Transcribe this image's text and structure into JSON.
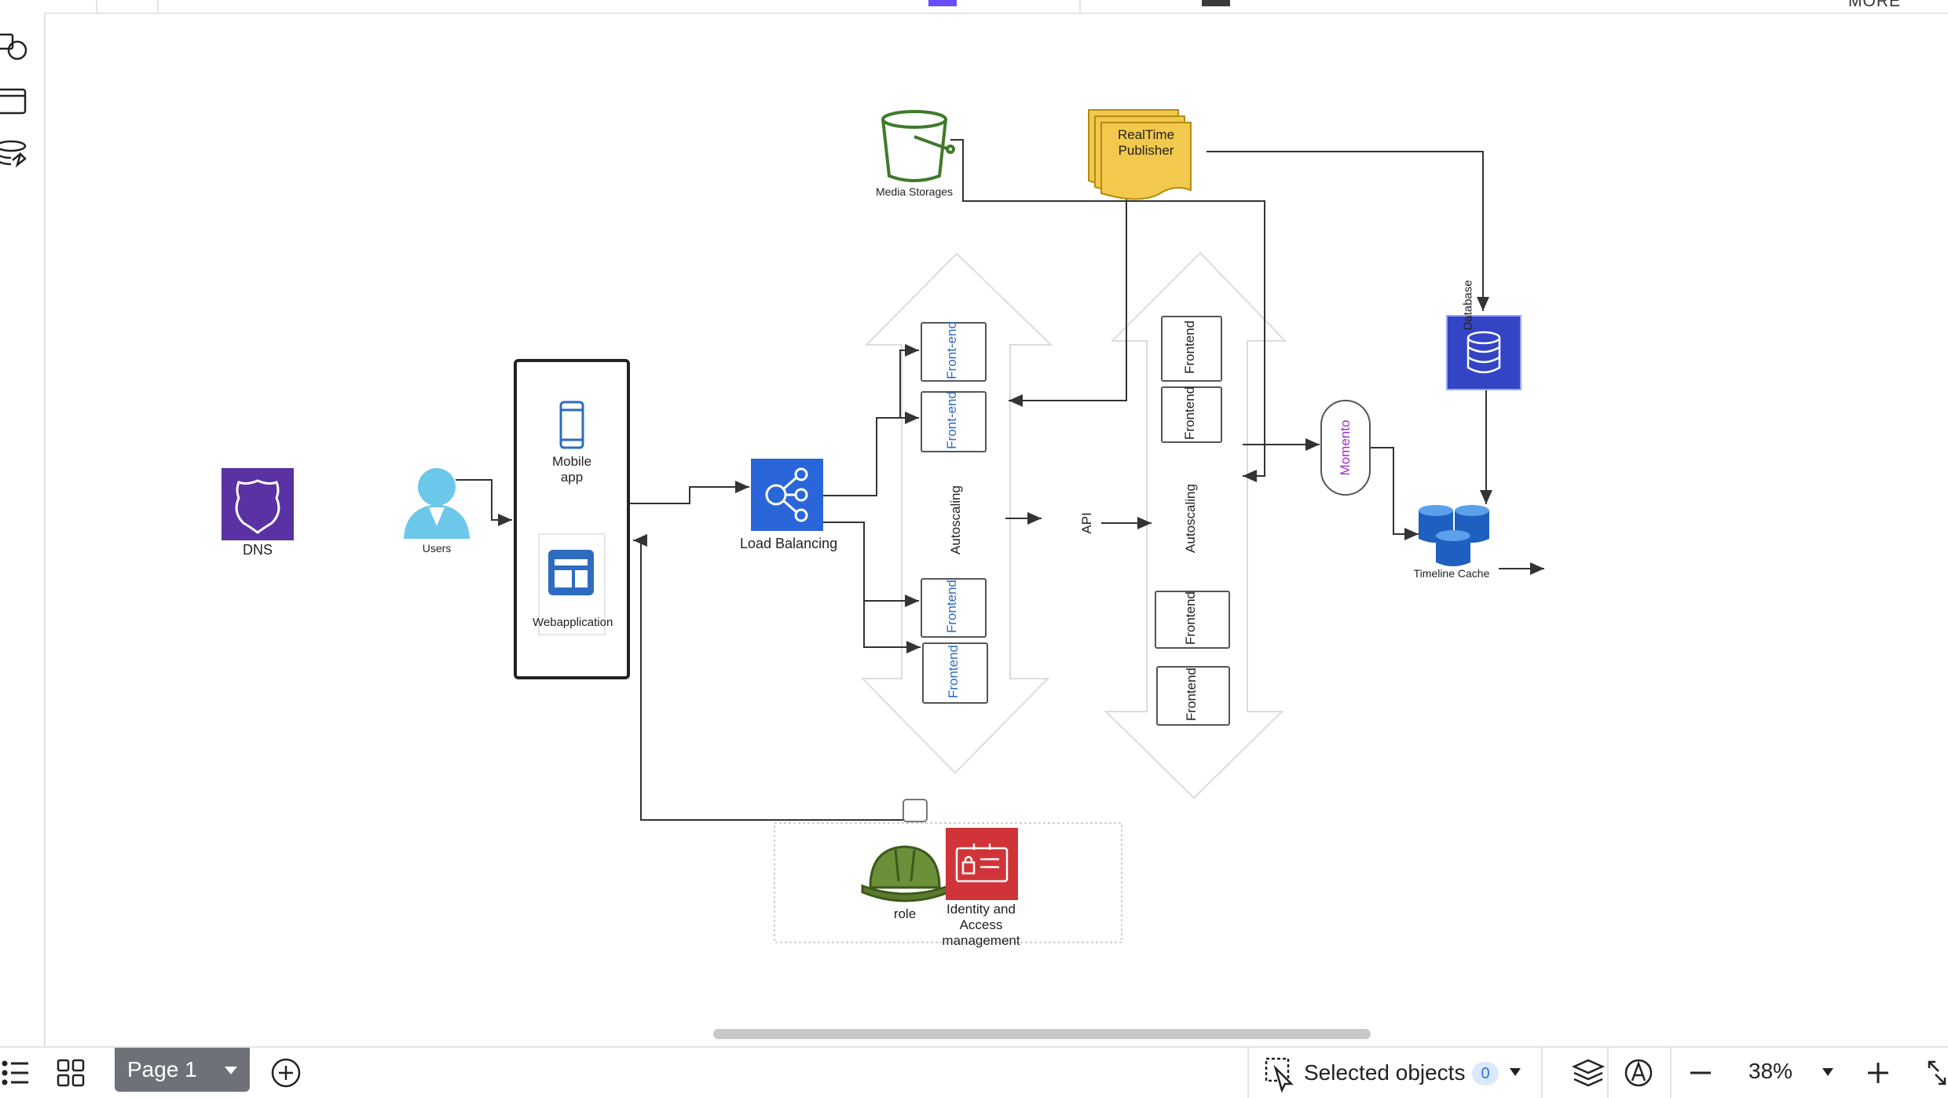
{
  "toolbar": {
    "more_label": "MORE"
  },
  "sidebar": {
    "items": [
      {
        "icon": "shapes-icon"
      },
      {
        "icon": "container-icon"
      },
      {
        "icon": "database-link-icon"
      }
    ]
  },
  "diagram": {
    "media_storages": "Media Storages",
    "realtime_publisher": [
      "RealTime",
      "Publisher"
    ],
    "database": "Database",
    "dns": "DNS",
    "users": "Users",
    "mobile_app": [
      "Mobile",
      "app"
    ],
    "web_application": "Webapplication",
    "load_balancing": "Load Balancing",
    "front_end_1": "Front-end",
    "front_end_2": "Front-end",
    "frontend_left_3": "Frontend",
    "frontend_left_4": "Frontend",
    "autoscaling_left": "Autoscaling",
    "api": "API",
    "frontend_right_1": "Frontend",
    "frontend_right_2": "Frontend",
    "frontend_right_3": "Frontend",
    "frontend_right_4": "Frontend",
    "autoscaling_right": "Autoscaling",
    "momento": "Momento",
    "timeline_cache": "Timeline Cache",
    "role": "role",
    "iam": [
      "Identity and",
      "Access",
      "management"
    ]
  },
  "bottom": {
    "page_label": "Page 1",
    "selected_label": "Selected objects",
    "selected_count": "0",
    "zoom": "38%"
  },
  "colors": {
    "accent_purple": "#6a4cff",
    "route53": "#5a32a3",
    "lb_blue": "#2a66d9",
    "db_blue": "#3344c4",
    "iam_red": "#d13438",
    "publisher_yellow": "#f2c94c",
    "momento_purple": "#9b30c9",
    "frontend_blue": "#2d6cc0"
  }
}
